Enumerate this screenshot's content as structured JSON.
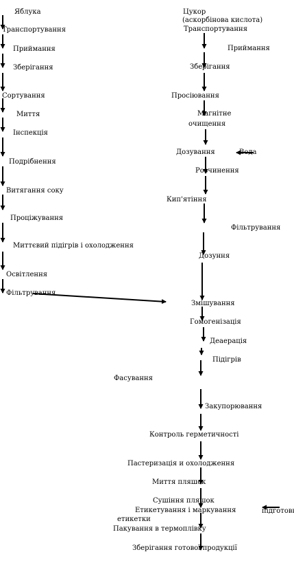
{
  "left_column": {
    "title": "Яблука",
    "steps": [
      "Транспортування",
      "Приймання",
      "Зберігання",
      "Сортування",
      "Миття",
      "Інспекція",
      "Подрібнення",
      "Витягання соку",
      "Проціжування",
      "Миттєвий підігрів і охолодження",
      "Освітлення",
      "Фільтрування"
    ]
  },
  "right_column": {
    "title": "Цукор",
    "subtitle": "(аскорбінова кислота)",
    "steps": [
      "Транспортування",
      "Приймання",
      "Зберігання",
      "Просіювання",
      "Магнітне",
      "очищення",
      "Дозування",
      "Вода",
      "Розчинення",
      "Кип'ятіння",
      "Фільтрування",
      "Дозуння",
      "Змішування",
      "Гомогенізація",
      "Деаерація",
      "Підігрів",
      "Фасування",
      "Закупорювання",
      "Контроль герметичності",
      "Пастеризація и охолодження",
      "Миття пляшок",
      "Сушіння пляшок",
      "Етикетування і маркування",
      "етикетки",
      "підготовка",
      "Пакування в термоплівку",
      "Зберігання готової продукції"
    ]
  }
}
